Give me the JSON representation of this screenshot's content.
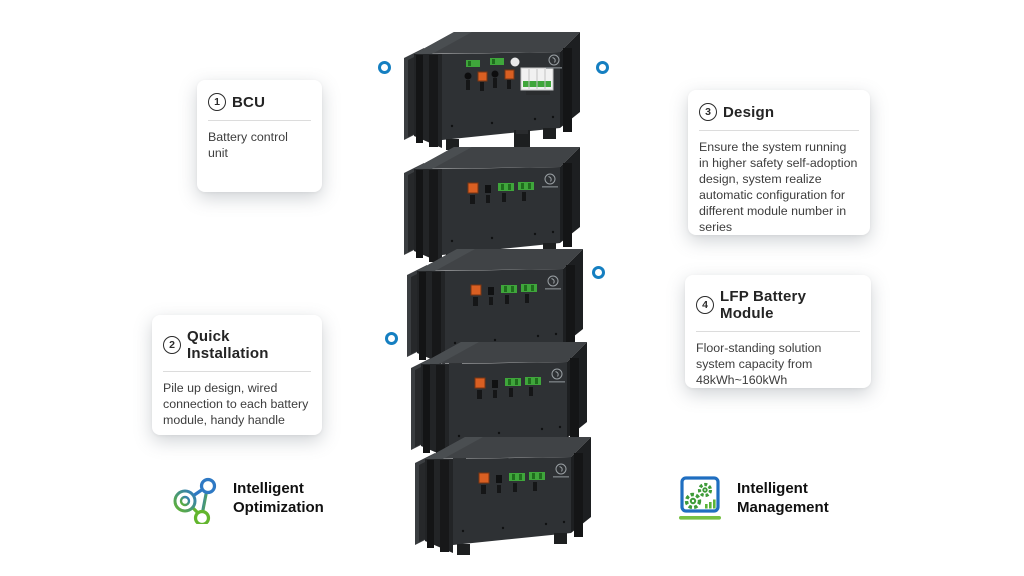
{
  "cards": [
    {
      "number": "1",
      "title": "BCU",
      "body": "Battery control unit"
    },
    {
      "number": "2",
      "title": "Quick Installation",
      "body": "Pile up design, wired connection to each battery module, handy handle"
    },
    {
      "number": "3",
      "title": "Design",
      "body": "Ensure the system running in higher safety self-adoption design, system realize automatic configuration for different module number in series"
    },
    {
      "number": "4",
      "title": "LFP Battery Module",
      "body": "Floor-standing solution system capacity from 48kWh~160kWh"
    }
  ],
  "features": [
    {
      "icon": "network-nodes-icon",
      "label": "Intelligent Optimization"
    },
    {
      "icon": "monitor-gears-icon",
      "label": "Intelligent Management"
    }
  ],
  "illustration": {
    "module_count": 5,
    "top_module": "BCU control unit",
    "other_modules": "LFP battery module",
    "marker_count": 4
  },
  "colors": {
    "marker_blue": "#157fc1",
    "icon_blue": "#1f6ec0",
    "icon_green": "#62b52d",
    "module_body": "#2e3134",
    "connector_orange": "#d95f22",
    "connector_green": "#3fa63b"
  }
}
